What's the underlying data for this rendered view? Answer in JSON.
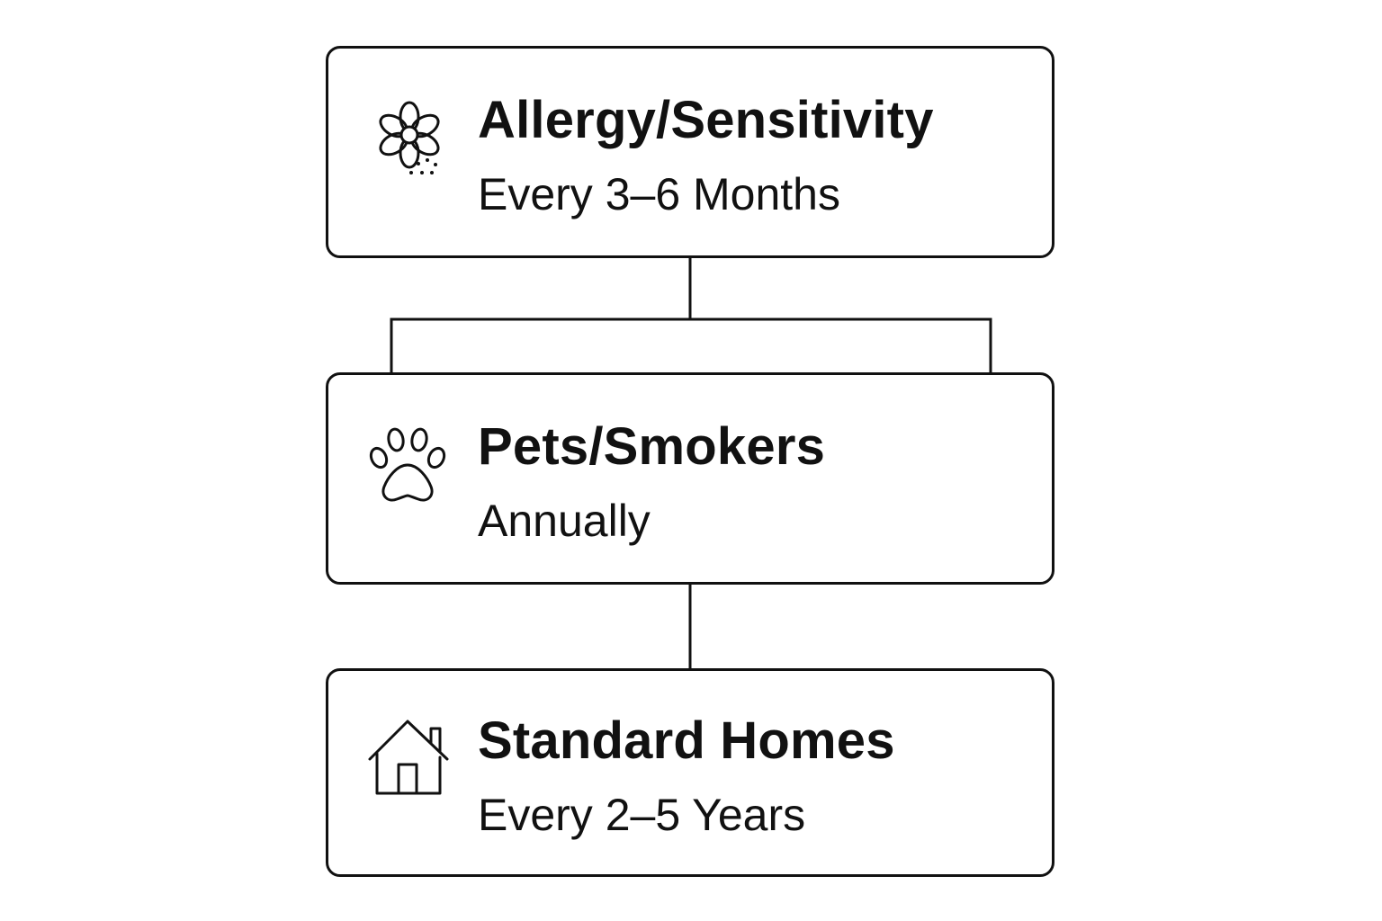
{
  "nodes": [
    {
      "id": "allergy",
      "icon": "flower-pollen-icon",
      "title": "Allergy/Sensitivity",
      "frequency": "Every 3–6 Months"
    },
    {
      "id": "pets",
      "icon": "paw-print-icon",
      "title": "Pets/Smokers",
      "frequency": "Annually"
    },
    {
      "id": "standard",
      "icon": "house-icon",
      "title": "Standard Homes",
      "frequency": "Every 2–5 Years"
    }
  ],
  "colors": {
    "stroke": "#111111",
    "background": "#ffffff"
  }
}
